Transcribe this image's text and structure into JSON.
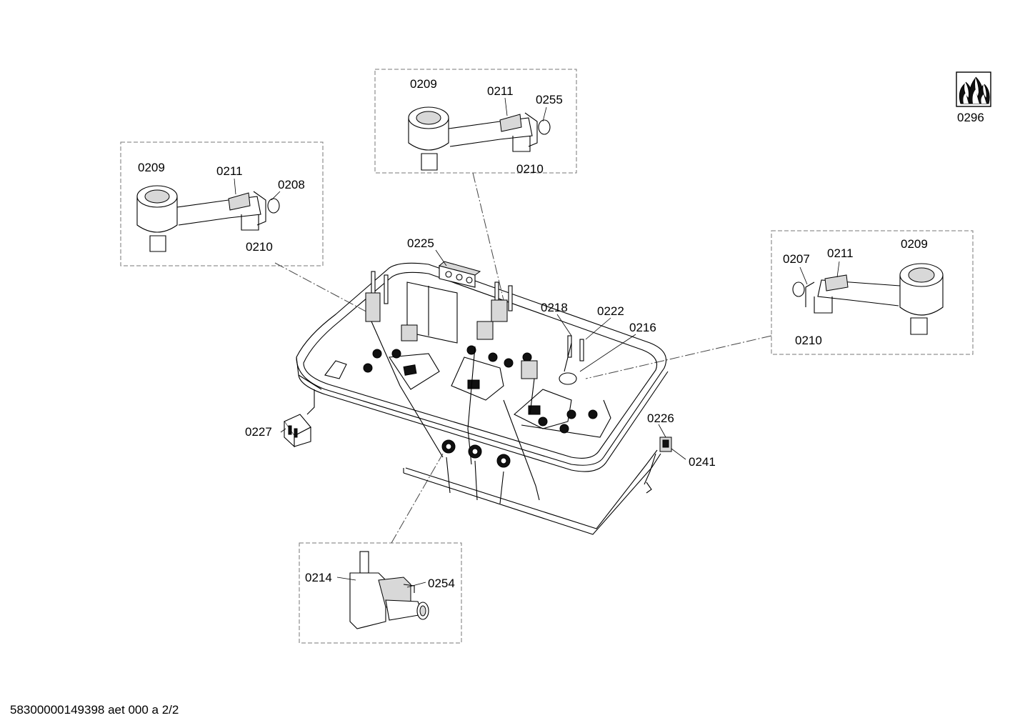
{
  "labels": {
    "box_top": {
      "l0209": "0209",
      "l0211": "0211",
      "l0255": "0255",
      "l0210": "0210"
    },
    "box_left": {
      "l0209": "0209",
      "l0211": "0211",
      "l0208": "0208",
      "l0210": "0210"
    },
    "box_right": {
      "l0207": "0207",
      "l0211": "0211",
      "l0209": "0209",
      "l0210": "0210"
    },
    "box_bottom": {
      "l0214": "0214",
      "l0254": "0254"
    },
    "main": {
      "l0225": "0225",
      "l0218": "0218",
      "l0222": "0222",
      "l0216": "0216",
      "l0227": "0227",
      "l0226": "0226",
      "l0241": "0241",
      "l0296": "0296"
    }
  },
  "footer": {
    "document_code": "58300000149398 aet 000 a 2/2"
  }
}
